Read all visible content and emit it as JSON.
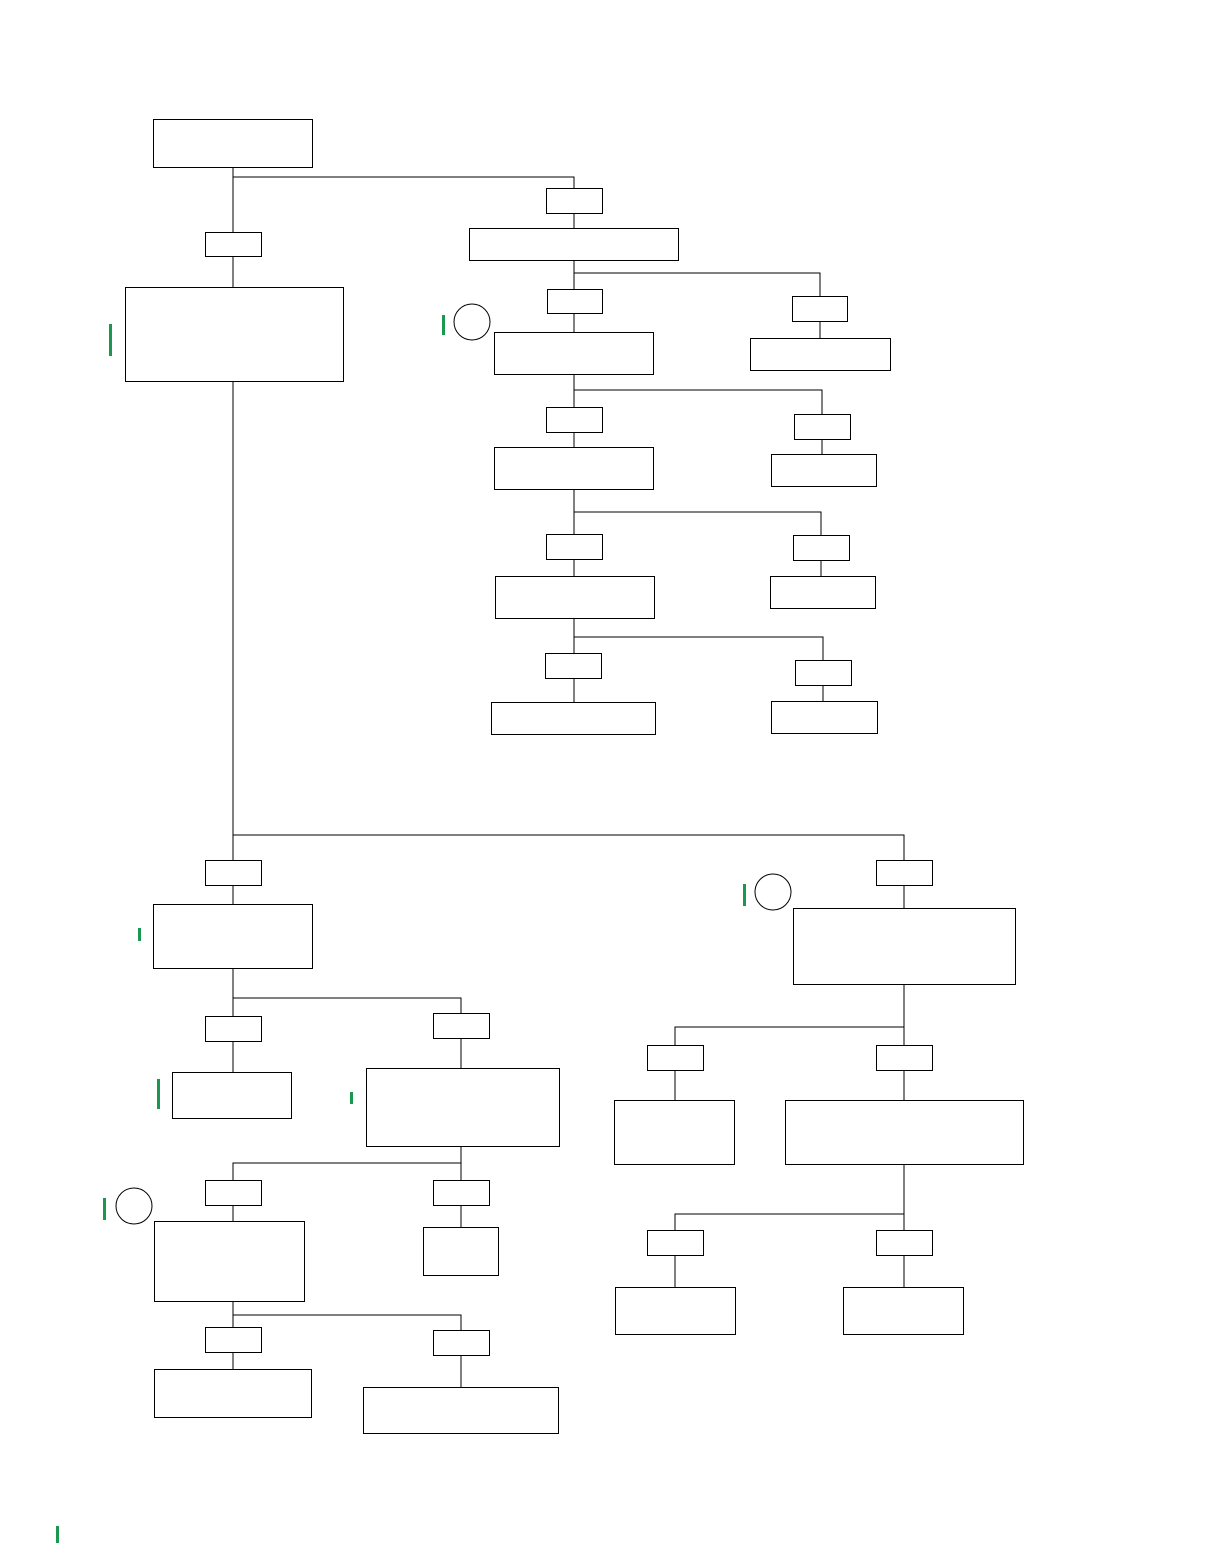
{
  "diagram": {
    "type": "tree-flowchart",
    "colors": {
      "line": "#000000",
      "accent": "#1a9850",
      "background": "#ffffff"
    },
    "nodes": [
      {
        "id": "root",
        "text": ""
      },
      {
        "id": "l1",
        "text": ""
      },
      {
        "id": "n_left1",
        "text": ""
      },
      {
        "id": "l2",
        "text": ""
      },
      {
        "id": "n_topright",
        "text": ""
      },
      {
        "id": "l3",
        "text": ""
      },
      {
        "id": "n_a1",
        "text": ""
      },
      {
        "id": "l4",
        "text": ""
      },
      {
        "id": "n_b1",
        "text": ""
      },
      {
        "id": "l5",
        "text": ""
      },
      {
        "id": "n_a2",
        "text": ""
      },
      {
        "id": "l6",
        "text": ""
      },
      {
        "id": "n_b2",
        "text": ""
      },
      {
        "id": "l7",
        "text": ""
      },
      {
        "id": "n_a3",
        "text": ""
      },
      {
        "id": "l8",
        "text": ""
      },
      {
        "id": "n_b3",
        "text": ""
      },
      {
        "id": "l9",
        "text": ""
      },
      {
        "id": "n_a4",
        "text": ""
      },
      {
        "id": "l10",
        "text": ""
      },
      {
        "id": "n_b4",
        "text": ""
      },
      {
        "id": "l11",
        "text": ""
      },
      {
        "id": "n_bl",
        "text": ""
      },
      {
        "id": "l12",
        "text": ""
      },
      {
        "id": "n_blA",
        "text": ""
      },
      {
        "id": "l13",
        "text": ""
      },
      {
        "id": "n_blB",
        "text": ""
      },
      {
        "id": "l14",
        "text": ""
      },
      {
        "id": "n_blB1",
        "text": ""
      },
      {
        "id": "l15",
        "text": ""
      },
      {
        "id": "n_blB2",
        "text": ""
      },
      {
        "id": "l16",
        "text": ""
      },
      {
        "id": "n_blB1a",
        "text": ""
      },
      {
        "id": "l17",
        "text": ""
      },
      {
        "id": "n_blB1b",
        "text": ""
      },
      {
        "id": "l18",
        "text": ""
      },
      {
        "id": "n_br",
        "text": ""
      },
      {
        "id": "l19",
        "text": ""
      },
      {
        "id": "n_brA",
        "text": ""
      },
      {
        "id": "l20",
        "text": ""
      },
      {
        "id": "n_brB",
        "text": ""
      },
      {
        "id": "l21",
        "text": ""
      },
      {
        "id": "n_brB1",
        "text": ""
      },
      {
        "id": "l22",
        "text": ""
      },
      {
        "id": "n_brB2",
        "text": ""
      }
    ]
  }
}
